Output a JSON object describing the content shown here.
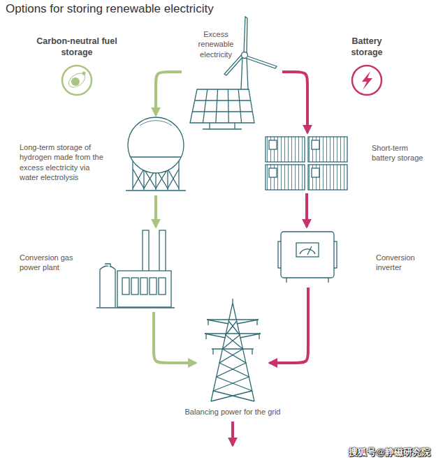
{
  "diagram": {
    "title": "Options for storing renewable electricity",
    "nodes": [
      {
        "text": [
          "Carbon-neutral fuel storage"
        ]
      },
      {
        "text": [
          "Excess renewable electricity"
        ]
      },
      {
        "text": [
          "Battery storage"
        ]
      },
      {
        "text": [
          "Long-term storage of hydrogen made from the excess electricity via water electrolysis"
        ]
      },
      {
        "text": [
          "Short-term battery storage"
        ]
      },
      {
        "text": [
          "Conversion gas power plant"
        ]
      },
      {
        "text": [
          "Conversion inverter"
        ]
      },
      {
        "text": [
          "Balancing power for the grid"
        ]
      }
    ],
    "edges": [
      {
        "from": 1,
        "to": 3,
        "arrow": "to"
      },
      {
        "from": 1,
        "to": 4,
        "arrow": "to"
      },
      {
        "from": 3,
        "to": 5,
        "arrow": "to"
      },
      {
        "from": 4,
        "to": 6,
        "arrow": "to"
      },
      {
        "from": 5,
        "to": 7,
        "arrow": "to"
      },
      {
        "from": 6,
        "to": 7,
        "arrow": "to"
      }
    ],
    "labels": [
      "搜狐号@静磁研究院"
    ]
  }
}
